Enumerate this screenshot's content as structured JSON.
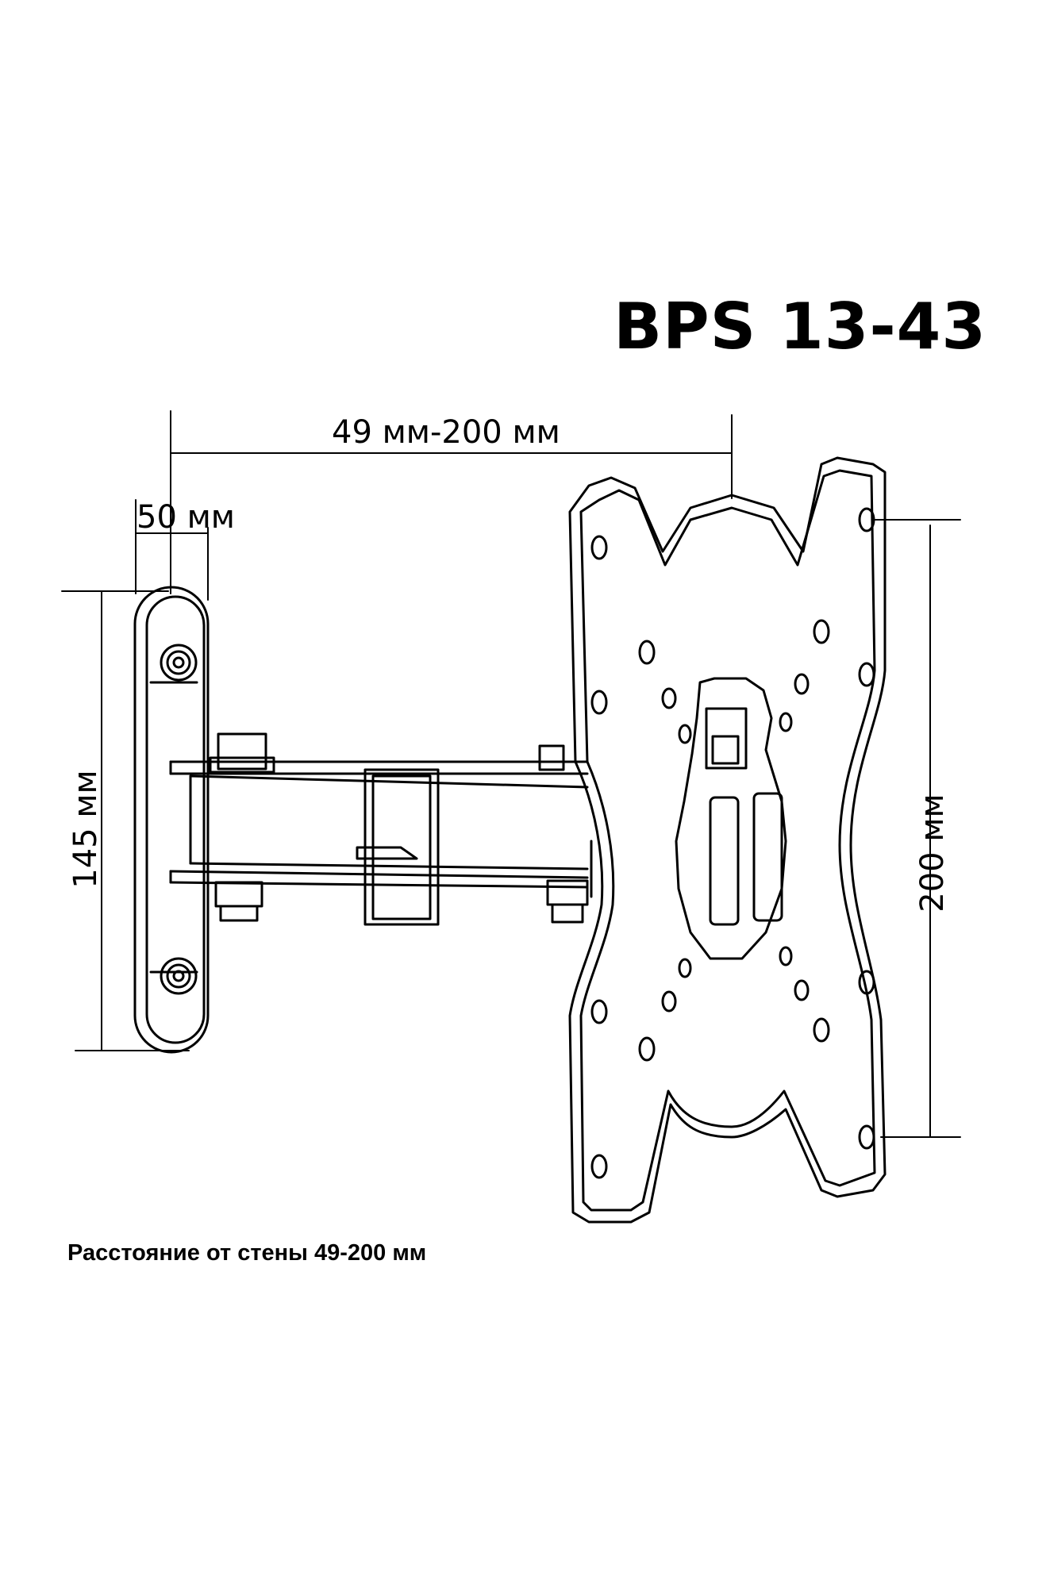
{
  "title": "BPS 13-43",
  "dimensions": {
    "width_range": "49 мм-200 мм",
    "depth": "50 мм",
    "wall_plate_height": "145 мм",
    "vesa_spacing": "200 мм"
  },
  "caption": "Расстояние от стены 49-200 мм",
  "colors": {
    "line": "#000000",
    "background": "#ffffff"
  }
}
